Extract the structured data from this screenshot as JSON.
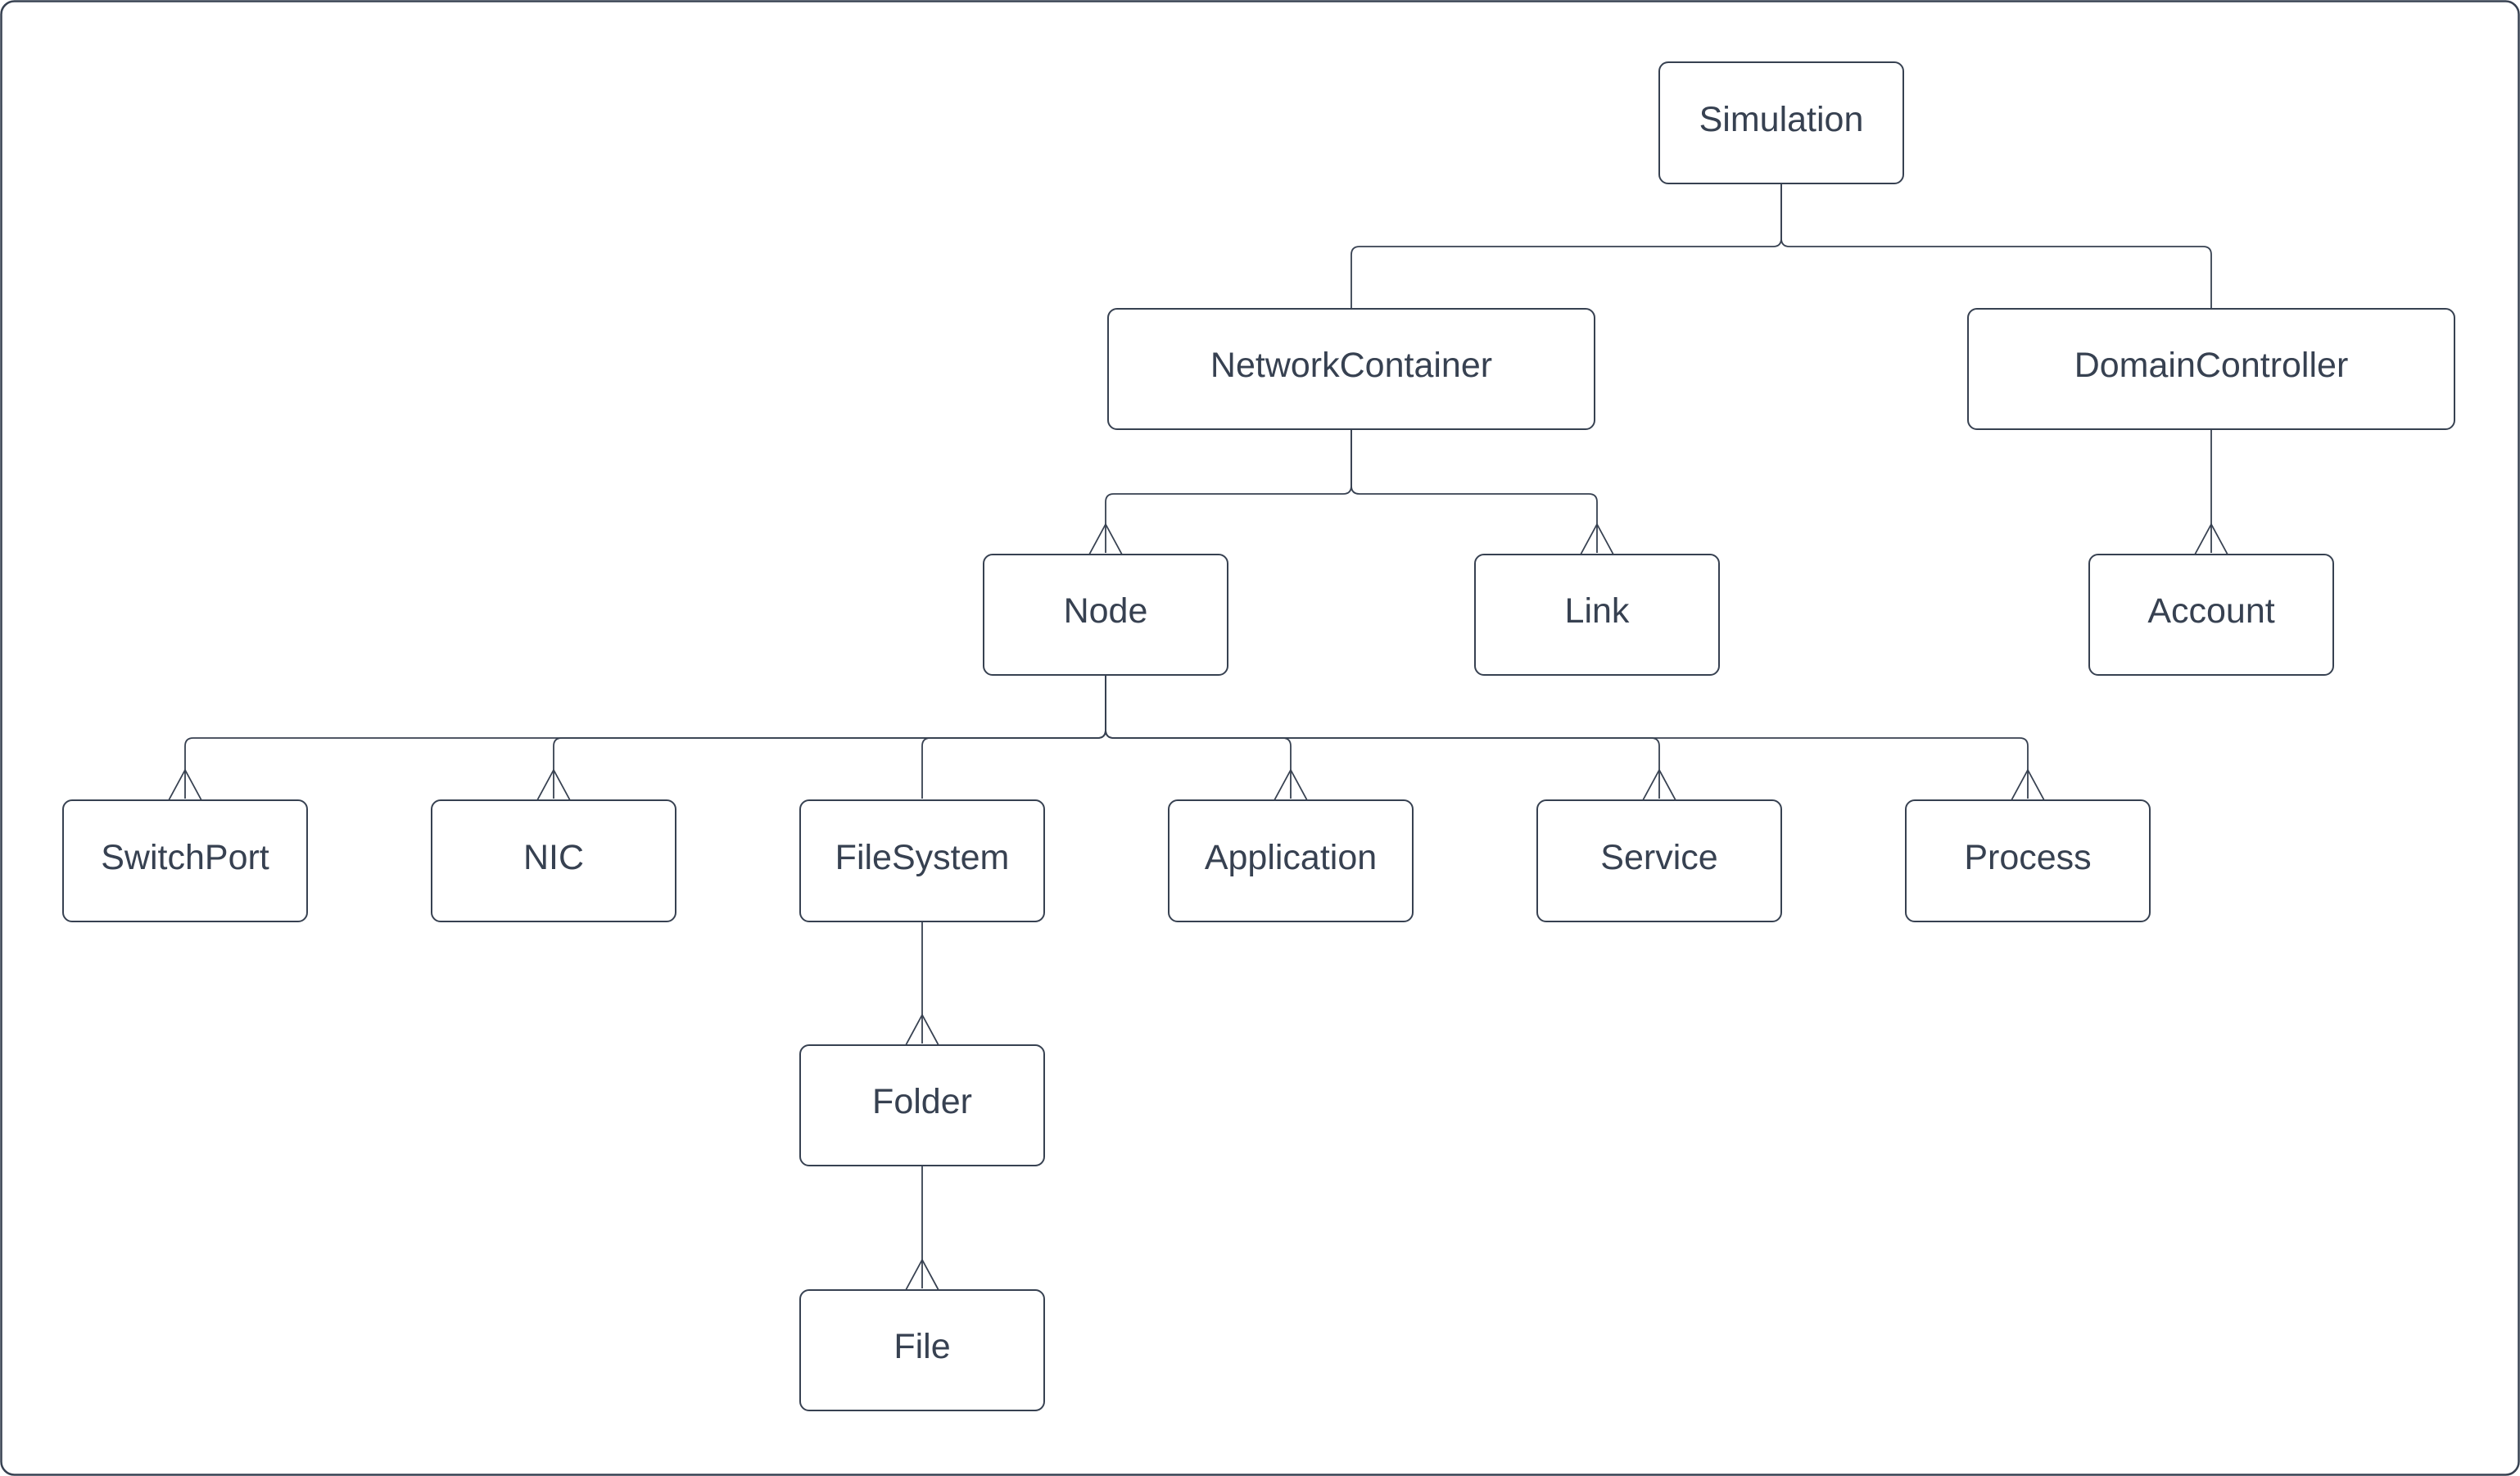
{
  "diagram": {
    "type": "hierarchy-tree",
    "background": "#ffffff",
    "stroke_color": "#374151",
    "text_color": "#374151",
    "nodes": [
      {
        "id": "simulation",
        "label": "Simulation"
      },
      {
        "id": "networkcontainer",
        "label": "NetworkContainer"
      },
      {
        "id": "domaincontroller",
        "label": "DomainController"
      },
      {
        "id": "node",
        "label": "Node"
      },
      {
        "id": "link",
        "label": "Link"
      },
      {
        "id": "account",
        "label": "Account"
      },
      {
        "id": "switchport",
        "label": "SwitchPort"
      },
      {
        "id": "nic",
        "label": "NIC"
      },
      {
        "id": "filesystem",
        "label": "FileSystem"
      },
      {
        "id": "application",
        "label": "Application"
      },
      {
        "id": "service",
        "label": "Service"
      },
      {
        "id": "process",
        "label": "Process"
      },
      {
        "id": "folder",
        "label": "Folder"
      },
      {
        "id": "file",
        "label": "File"
      }
    ],
    "edges": [
      {
        "from": "Simulation",
        "to": "NetworkContainer",
        "arrowhead": false
      },
      {
        "from": "Simulation",
        "to": "DomainController",
        "arrowhead": false
      },
      {
        "from": "NetworkContainer",
        "to": "Node",
        "arrowhead": true
      },
      {
        "from": "NetworkContainer",
        "to": "Link",
        "arrowhead": true
      },
      {
        "from": "DomainController",
        "to": "Account",
        "arrowhead": true
      },
      {
        "from": "Node",
        "to": "SwitchPort",
        "arrowhead": true
      },
      {
        "from": "Node",
        "to": "NIC",
        "arrowhead": true
      },
      {
        "from": "Node",
        "to": "FileSystem",
        "arrowhead": false
      },
      {
        "from": "Node",
        "to": "Application",
        "arrowhead": true
      },
      {
        "from": "Node",
        "to": "Service",
        "arrowhead": true
      },
      {
        "from": "Node",
        "to": "Process",
        "arrowhead": true
      },
      {
        "from": "FileSystem",
        "to": "Folder",
        "arrowhead": true
      },
      {
        "from": "Folder",
        "to": "File",
        "arrowhead": true
      }
    ]
  }
}
